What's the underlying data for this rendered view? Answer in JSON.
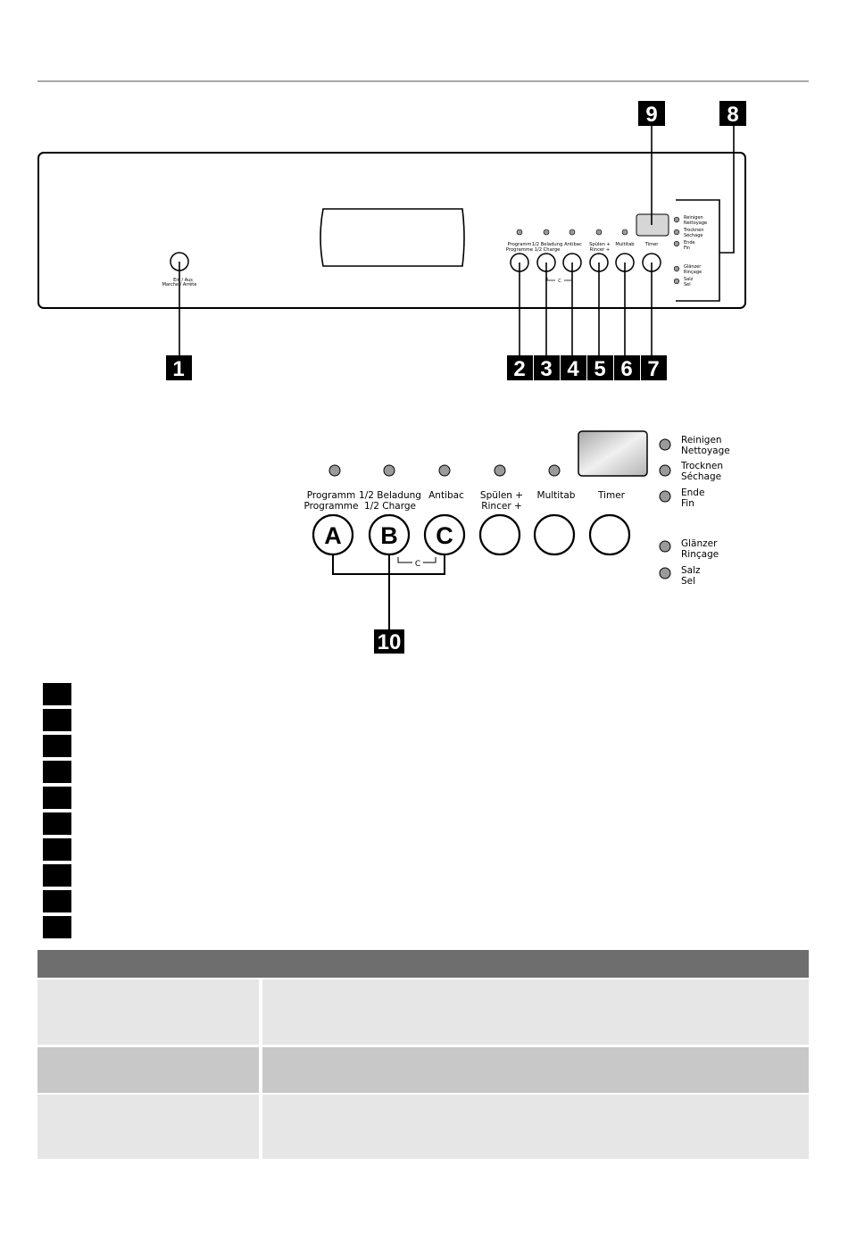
{
  "panel": {
    "power_label_1": "Ein / Aus",
    "power_label_2": "Marche / Arrête",
    "buttons": [
      {
        "l1": "Programm",
        "l2": "Programme"
      },
      {
        "l1": "1/2 Beladung",
        "l2": "1/2 Charge"
      },
      {
        "l1": "Antibac",
        "l2": ""
      },
      {
        "l1": "Spülen +",
        "l2": "Rincer +"
      },
      {
        "l1": "Multitab",
        "l2": ""
      },
      {
        "l1": "Timer",
        "l2": ""
      }
    ],
    "indicators": [
      {
        "l1": "Reinigen",
        "l2": "Nettoyage"
      },
      {
        "l1": "Trocknen",
        "l2": "Séchage"
      },
      {
        "l1": "Ende",
        "l2": "Fin"
      },
      {
        "l1": "Glänzer",
        "l2": "Rinçage"
      },
      {
        "l1": "Salz",
        "l2": "Sel"
      }
    ],
    "combo_label": "C",
    "callouts": [
      "1",
      "2",
      "3",
      "4",
      "5",
      "6",
      "7",
      "8",
      "9"
    ]
  },
  "detail": {
    "buttons": [
      {
        "l1": "Programm",
        "l2": "Programme",
        "letter": "A"
      },
      {
        "l1": "1/2 Beladung",
        "l2": "1/2 Charge",
        "letter": "B"
      },
      {
        "l1": "Antibac",
        "l2": "",
        "letter": "C"
      },
      {
        "l1": "Spülen +",
        "l2": "Rincer +",
        "letter": ""
      },
      {
        "l1": "Multitab",
        "l2": "",
        "letter": ""
      },
      {
        "l1": "Timer",
        "l2": "",
        "letter": ""
      }
    ],
    "combo_label": "C",
    "callout": "10"
  }
}
